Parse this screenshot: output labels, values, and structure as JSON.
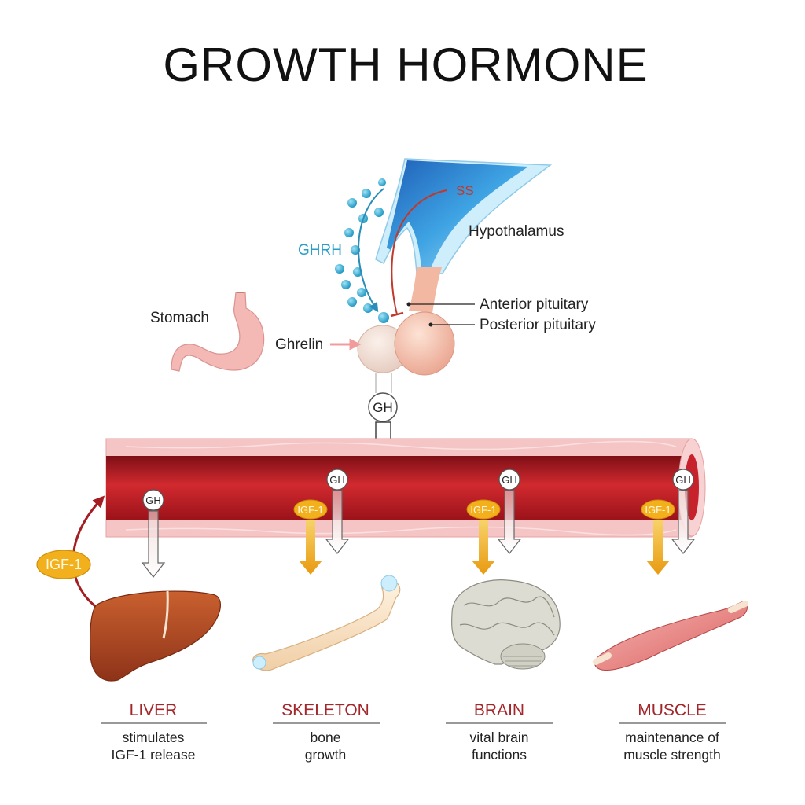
{
  "title": "GROWTH HORMONE",
  "labels": {
    "ss": "SS",
    "ghrh": "GHRH",
    "hypothalamus": "Hypothalamus",
    "anterior_pituitary": "Anterior pituitary",
    "posterior_pituitary": "Posterior pituitary",
    "stomach": "Stomach",
    "ghrelin": "Ghrelin",
    "gh": "GH",
    "igf1": "IGF-1"
  },
  "organs": [
    {
      "name": "LIVER",
      "line1": "stimulates",
      "line2": "IGF-1 release"
    },
    {
      "name": "SKELETON",
      "line1": "bone",
      "line2": "growth"
    },
    {
      "name": "BRAIN",
      "line1": "vital brain",
      "line2": "functions"
    },
    {
      "name": "MUSCLE",
      "line1": "maintenance of",
      "line2": "muscle strength"
    }
  ],
  "colors": {
    "blood": "#c7222c",
    "vessel_wall": "#f6c3c3",
    "igf_badge": "#f2b01c",
    "hypothalamus": "#2f8fd8",
    "liver": "#b54a24",
    "organ_title": "#a3262a"
  }
}
